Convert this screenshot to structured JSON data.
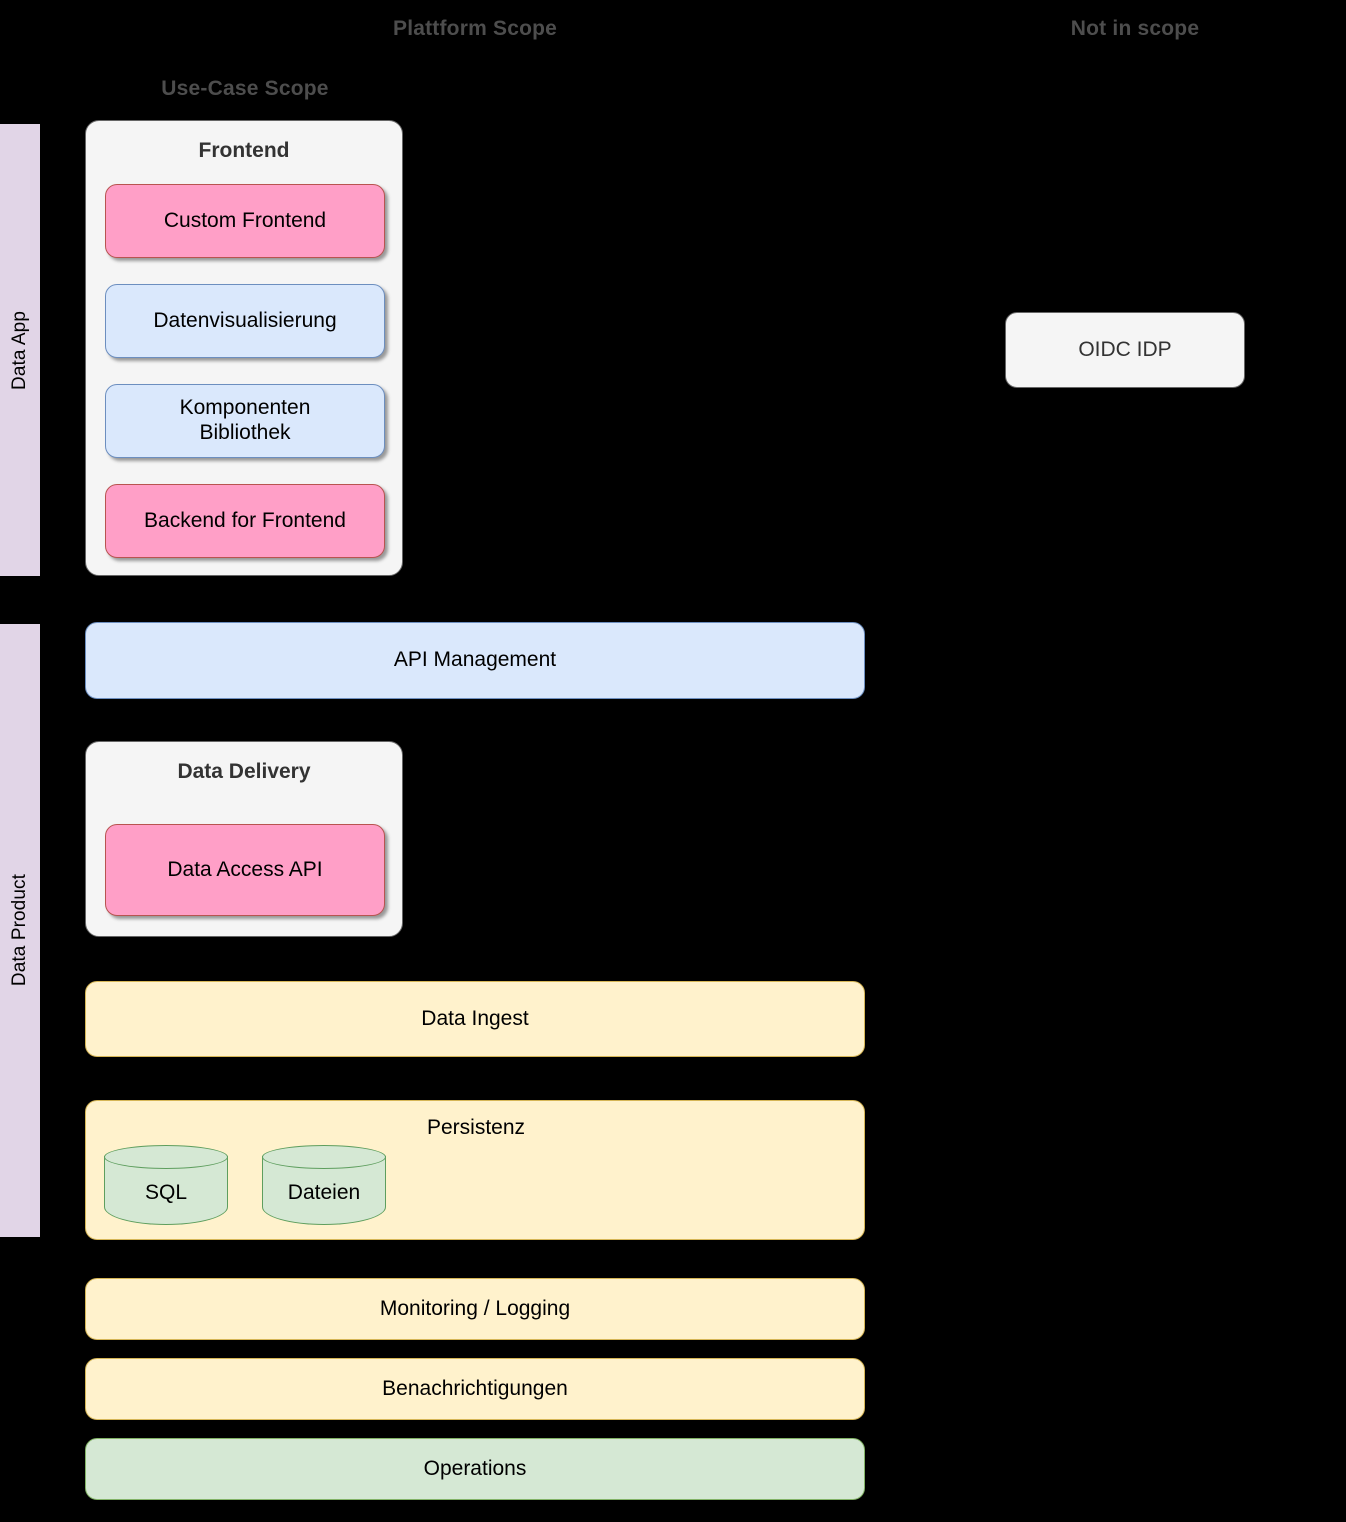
{
  "diagram": {
    "background_color": "#000000",
    "scope_headers": [
      {
        "id": "platform-scope",
        "label": "Plattform Scope"
      },
      {
        "id": "not-in-scope",
        "label": "Not in scope"
      },
      {
        "id": "use-case-scope",
        "label": "Use-Case Scope"
      }
    ],
    "lanes": [
      {
        "id": "data-app",
        "label": "Data App",
        "color": "#E1D5E7"
      },
      {
        "id": "data-product",
        "label": "Data Product",
        "color": "#E1D5E7"
      }
    ],
    "groups": [
      {
        "id": "frontend",
        "title": "Frontend",
        "children": [
          {
            "id": "custom-frontend",
            "label": "Custom Frontend",
            "color": "#FF9FC7",
            "border": "#B85450"
          },
          {
            "id": "datenvisualisierung",
            "label": "Datenvisualisierung",
            "color": "#DAE8FC",
            "border": "#6C8EBF"
          },
          {
            "id": "komponenten-bibliothek",
            "label": "Komponenten\nBibliothek",
            "line1": "Komponenten",
            "line2": "Bibliothek",
            "color": "#DAE8FC",
            "border": "#6C8EBF"
          },
          {
            "id": "backend-for-frontend",
            "label": "Backend for Frontend",
            "color": "#FF9FC7",
            "border": "#B85450"
          }
        ]
      },
      {
        "id": "data-delivery",
        "title": "Data Delivery",
        "children": [
          {
            "id": "data-access-api",
            "label": "Data Access API",
            "color": "#FF9FC7",
            "border": "#B85450"
          }
        ]
      }
    ],
    "bars": [
      {
        "id": "api-management",
        "label": "API Management",
        "color": "#DAE8FC",
        "border": "#6C8EBF"
      },
      {
        "id": "data-ingest",
        "label": "Data Ingest",
        "color": "#FFF2CC",
        "border": "#D6B656"
      },
      {
        "id": "monitoring-logging",
        "label": "Monitoring / Logging",
        "color": "#FFF2CC",
        "border": "#D6B656"
      },
      {
        "id": "benachrichtigungen",
        "label": "Benachrichtigungen",
        "color": "#FFF2CC",
        "border": "#D6B656"
      },
      {
        "id": "operations",
        "label": "Operations",
        "color": "#D5E8D4",
        "border": "#82B366"
      }
    ],
    "persistenz": {
      "id": "persistenz",
      "label": "Persistenz",
      "color": "#FFF2CC",
      "border": "#D6B656",
      "stores": [
        {
          "id": "sql",
          "label": "SQL",
          "color": "#D5E8D4",
          "border": "#5E9E5E"
        },
        {
          "id": "dateien",
          "label": "Dateien",
          "color": "#D5E8D4",
          "border": "#5E9E5E"
        }
      ]
    },
    "external": [
      {
        "id": "oidc-idp",
        "label": "OIDC IDP",
        "color": "#F5F5F5",
        "border": "#666666"
      }
    ]
  }
}
